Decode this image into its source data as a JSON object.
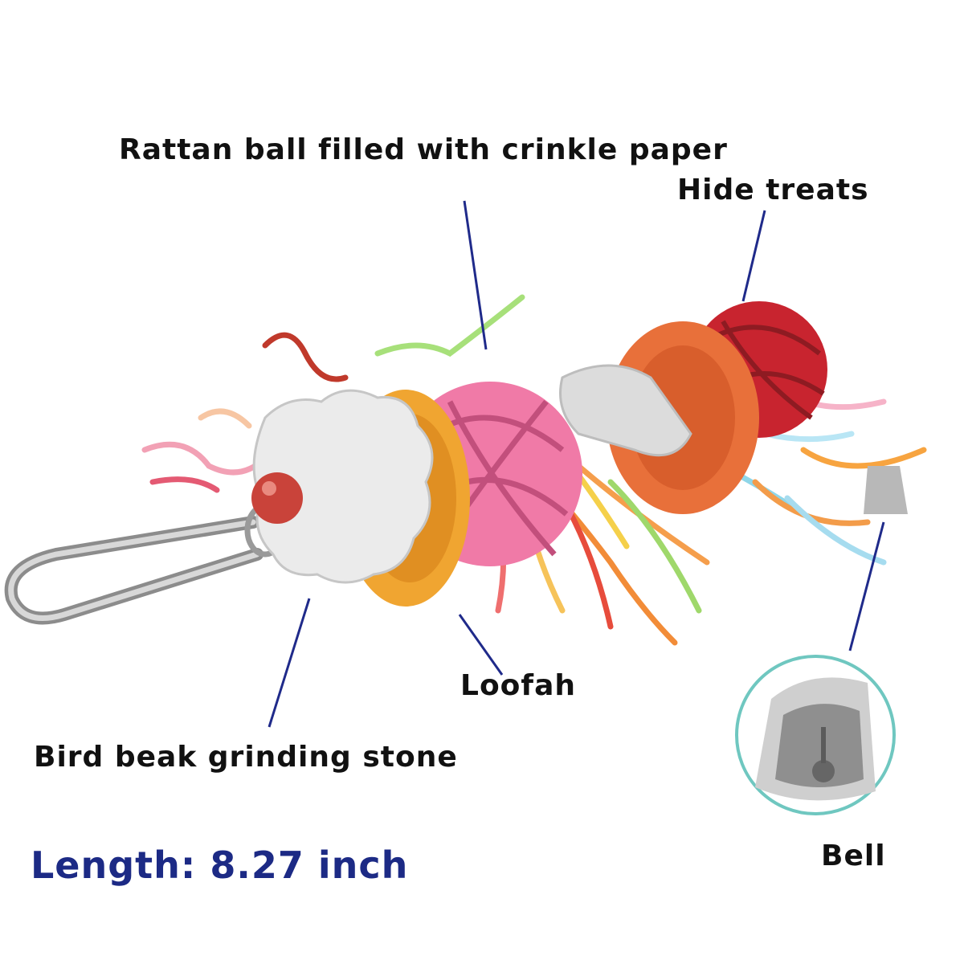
{
  "labels": {
    "rattan_ball": "Rattan ball filled with crinkle paper",
    "hide_treats": "Hide treats",
    "loofah": "Loofah",
    "grinding_stone": "Bird beak grinding stone",
    "bell": "Bell",
    "length": "Length: 8.27 inch"
  },
  "colors": {
    "leader_line": "#1f2a8a",
    "length_text": "#1c2a85",
    "bell_circle_border": "#6fc7c0"
  }
}
